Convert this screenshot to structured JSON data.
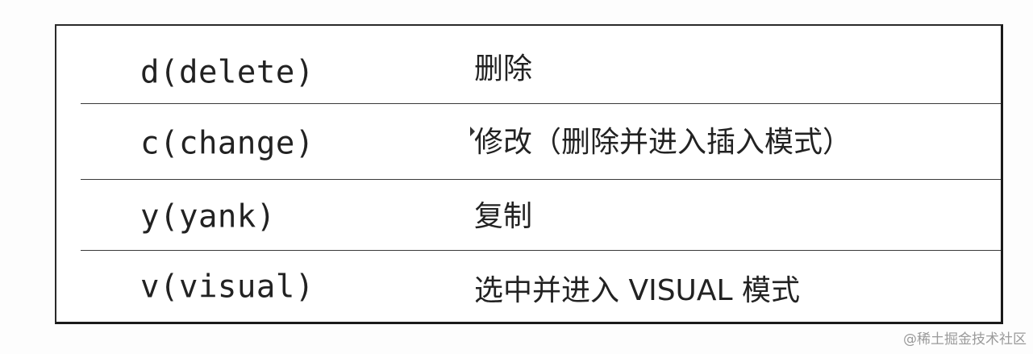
{
  "table": {
    "rows": [
      {
        "command": "d(delete)",
        "description": "删除"
      },
      {
        "command": "c(change)",
        "description": "修改（删除并进入插入模式）"
      },
      {
        "command": "y(yank)",
        "description": "复制"
      },
      {
        "command": "v(visual)",
        "description": "选中并进入 VISUAL 模式"
      }
    ]
  },
  "watermark": "@稀土掘金技术社区",
  "colors": {
    "border": "#1a1a1a",
    "text": "#222222",
    "watermark": "#9a9a9a",
    "background": "#ffffff"
  },
  "icons": {
    "cursor": "mouse-pointer-icon"
  }
}
